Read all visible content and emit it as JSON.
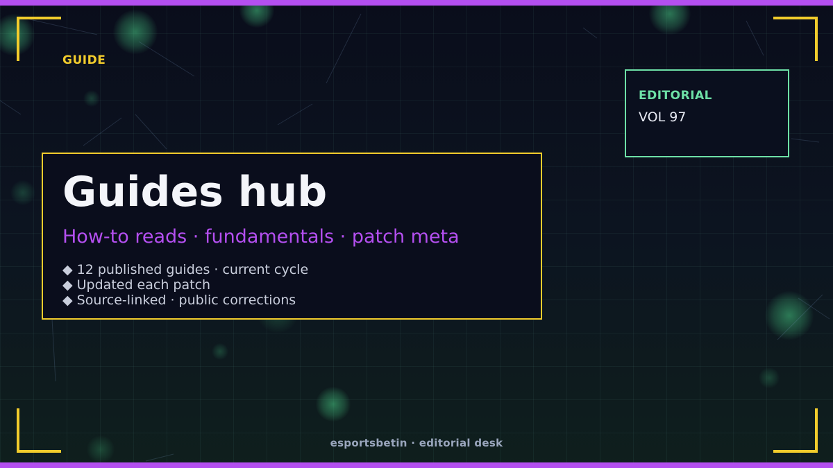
{
  "header": {
    "kicker": "GUIDE"
  },
  "badge": {
    "label": "EDITORIAL",
    "value": "VOL 97"
  },
  "card": {
    "title": "Guides hub",
    "subtitle": "How-to reads · fundamentals · patch meta",
    "bullets": [
      "◆ 12 published guides · current cycle",
      "◆ Updated each patch",
      "◆ Source-linked · public corrections"
    ]
  },
  "footer": {
    "text": "esportsbetin · editorial desk"
  },
  "colors": {
    "accent_purple": "#b44ff0",
    "accent_yellow": "#f2cc2c",
    "accent_green": "#6de0a6",
    "background": "#0a0e1a"
  }
}
